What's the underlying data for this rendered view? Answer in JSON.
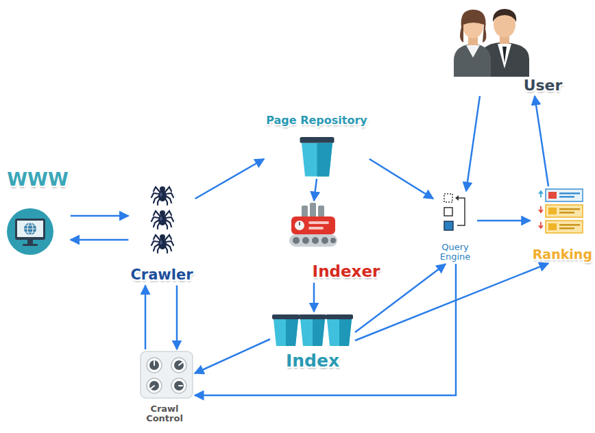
{
  "diagram": {
    "nodes": [
      {
        "text": [
          "WWW"
        ]
      },
      {
        "text": [
          "Crawler"
        ]
      },
      {
        "text": [
          "Page Repository"
        ]
      },
      {
        "text": [
          "Indexer"
        ]
      },
      {
        "text": [
          "Index"
        ]
      },
      {
        "text": [
          "Crawl Control"
        ]
      },
      {
        "text": [
          "Query Engine"
        ]
      },
      {
        "text": [
          "Ranking"
        ]
      },
      {
        "text": [
          "User"
        ]
      }
    ],
    "edges": [
      {
        "from": 0,
        "to": 1,
        "arrow": "to"
      },
      {
        "from": 1,
        "to": 0,
        "arrow": "to"
      },
      {
        "from": 1,
        "to": 2,
        "arrow": "to"
      },
      {
        "from": 2,
        "to": 3,
        "arrow": "to"
      },
      {
        "from": 2,
        "to": 6,
        "arrow": "to"
      },
      {
        "from": 3,
        "to": 4,
        "arrow": "to"
      },
      {
        "from": 4,
        "to": 5,
        "arrow": "to"
      },
      {
        "from": 4,
        "to": 6,
        "arrow": "to"
      },
      {
        "from": 4,
        "to": 7,
        "arrow": "to"
      },
      {
        "from": 1,
        "to": 5,
        "arrow": "to"
      },
      {
        "from": 5,
        "to": 1,
        "arrow": "to"
      },
      {
        "from": 6,
        "to": 5,
        "arrow": "to"
      },
      {
        "from": 6,
        "to": 7,
        "arrow": "to"
      },
      {
        "from": 8,
        "to": 6,
        "arrow": "to"
      },
      {
        "from": 7,
        "to": 8,
        "arrow": "to"
      }
    ]
  }
}
